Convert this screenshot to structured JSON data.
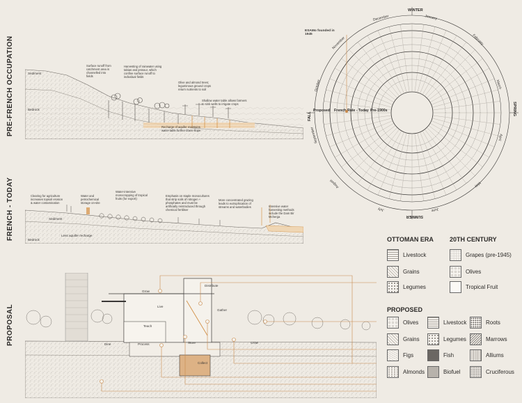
{
  "sections": {
    "pre_french": "PRE-FRENCH OCCUPATION",
    "french_today": "FRENCH - TODAY",
    "proposal": "PROPOSAL"
  },
  "pre_french_notes": {
    "sediment": "Sediment",
    "bedrock": "Bedrock",
    "runoff": "Surface runoff from catchment area is channelled into fields",
    "harvesting": "Harvesting of rainwater using tabias and jessour, which confine surface runoff to individual fields",
    "olive": "Olive and almond trees; leguminous ground crops return nutrients to soil",
    "shallow": "Shallow water table allows farmers to sink wells to irrigate crops",
    "recharge": "Recharge of aquifer maintains water-table further down slope"
  },
  "french_notes": {
    "clearing": "Clearing for agriculture increases topsoil erosion & water contamination",
    "water_storage": "Water and petrochemical storage on-site",
    "monocrop": "Water-intensive monocropping of tropical fruits (for export)",
    "staple": "Emphasis on staple monocultures that strip soils of nitrogen + phosphates and must be artificially reintroduced through chemical fertiliser",
    "grazing": "More concentrated grazing leads to eutrophication of streams and waterbodies",
    "harvesting": "Intensive water harvesting methods include the Dam Bir Mcherga",
    "sediment": "Sediment",
    "bedrock": "Bedrock",
    "aquifer": "Less aquifer recharge"
  },
  "proposal_labels": {
    "grow": "Grow",
    "live": "Live",
    "teach": "Teach",
    "gather": "Gather",
    "distribute": "Distribute",
    "collect": "Collect",
    "grow2": "Grow",
    "store": "Store",
    "process": "Process",
    "dine": "Dine"
  },
  "wheel": {
    "esamo": "ESAMo founded in 1945",
    "ring_labels": [
      "Proposed",
      "French-Rule - Today",
      "Pre-1900s"
    ],
    "seasons": [
      "WINTER",
      "SPRING",
      "SUMMER",
      "FALL"
    ],
    "months": [
      "December",
      "January",
      "February",
      "March",
      "April",
      "May",
      "June",
      "July",
      "August",
      "September",
      "October",
      "November"
    ]
  },
  "legend": {
    "ottoman_title": "OTTOMAN ERA",
    "century_title": "20TH CENTURY",
    "proposed_title": "PROPOSED",
    "ottoman": [
      "Livestock",
      "Grains",
      "Legumes"
    ],
    "century": [
      "Grapes (pre-1945)",
      "Olives",
      "Tropical Fruit"
    ],
    "proposed_col1": [
      "Olives",
      "Grains",
      "Figs",
      "Almonds"
    ],
    "proposed_col2": [
      "Livestock",
      "Legumes",
      "Fish",
      "Biofuel"
    ],
    "proposed_col3": [
      "Roots",
      "Marrows",
      "Alliums",
      "Cruciferous"
    ]
  }
}
